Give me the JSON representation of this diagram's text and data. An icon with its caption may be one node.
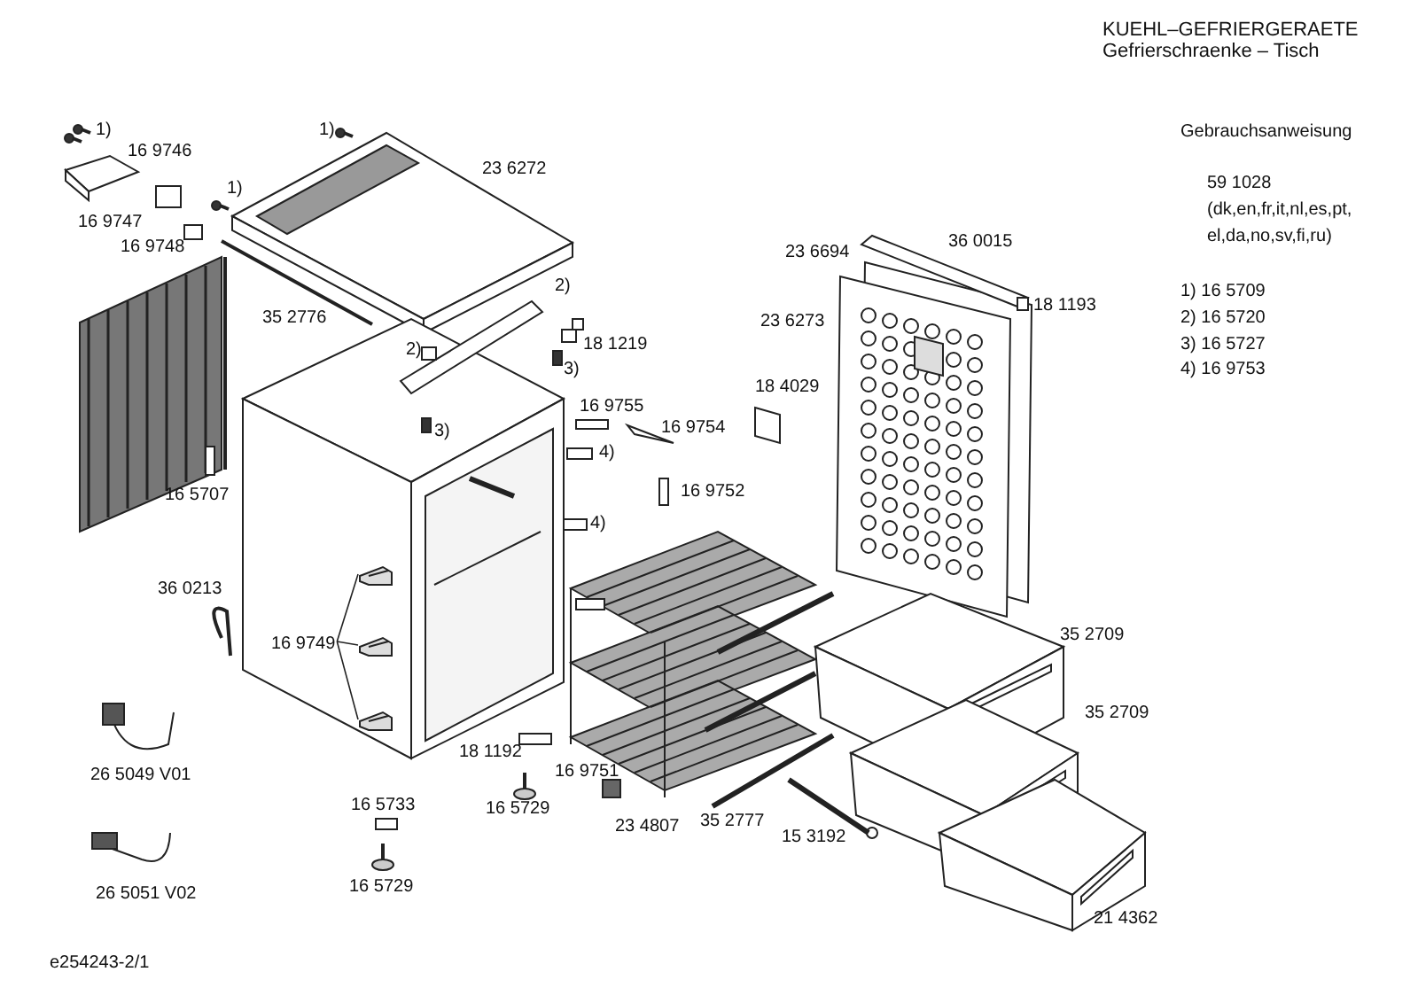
{
  "diagram": {
    "nodes": [
      {
        "text": [
          "16 9749"
        ]
      },
      {
        "text": [],
        "shape": "picture"
      },
      {
        "text": [],
        "shape": "picture"
      },
      {
        "text": [],
        "shape": "picture"
      }
    ],
    "edges": [
      {
        "from": 0,
        "to": 1,
        "arrow": "none"
      },
      {
        "from": 0,
        "to": 2,
        "arrow": "none"
      },
      {
        "from": 0,
        "to": 3,
        "arrow": "none"
      }
    ],
    "labels": [
      "KUEHL–GEFRIERGERAETE",
      "Gefrierschraenke – Tisch",
      "1)",
      "1)",
      "Gebrauchsanweisung",
      "16 9746",
      "23 6272",
      "59 1028",
      "1)",
      "(dk,en,fr,it,nl,es,pt,",
      "16 9747",
      "el,da,no,sv,fi,ru)",
      "36 0015",
      "16 9748",
      "23 6694",
      "2)",
      "1) 16 5709",
      "18 1193",
      "35 2776",
      "2) 16 5720",
      "23 6273",
      "18 1219",
      "3) 16 5727",
      "2)",
      "3)",
      "4) 16 9753",
      "18 4029",
      "16 9755",
      "16 9754",
      "3)",
      "4)",
      "16 9752",
      "16 5707",
      "4)",
      "36 0213",
      "35 2709",
      "35 2709",
      "18 1192",
      "16 9751",
      "26 5049 V01",
      "16 5733",
      "16 5729",
      "35 2777",
      "23 4807",
      "15 3192",
      "16 5729",
      "26 5051 V02",
      "21 4362",
      "e254243-2/1"
    ]
  }
}
